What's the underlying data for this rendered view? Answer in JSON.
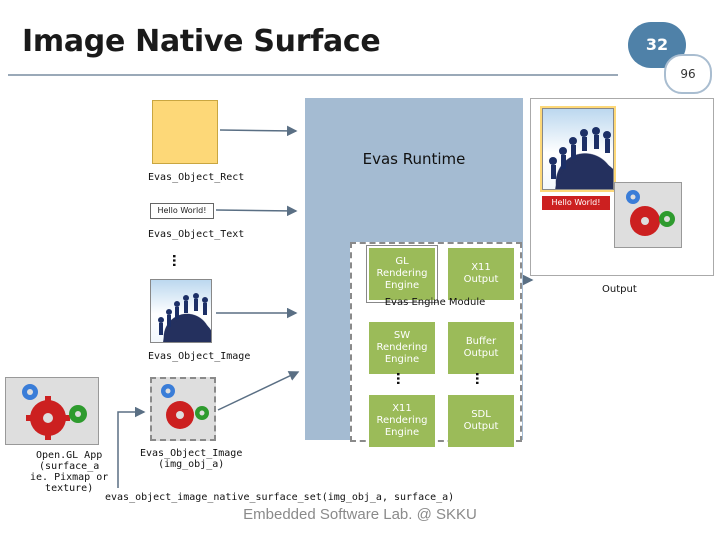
{
  "slide": {
    "title": "Image Native Surface",
    "page_number": "32",
    "page_total": "96",
    "footer": "Embedded Software Lab. @ SKKU"
  },
  "objects": {
    "rect_label": "Evas_Object_Rect",
    "text_sample": "Hello World!",
    "text_label": "Evas_Object_Text",
    "image_label": "Evas_Object_Image",
    "image_a_label": "Evas_Object_Image\n(img_obj_a)",
    "opengl_label": "Open.GL App\n(surface_a\nie. Pixmap or\ntexture)"
  },
  "runtime": {
    "label": "Evas Runtime",
    "module_label": "Evas Engine Module",
    "engines": [
      "GL\nRendering\nEngine",
      "X11\nOutput",
      "SW\nRendering\nEngine",
      "Buffer\nOutput",
      "X11\nRendering\nEngine",
      "SDL\nOutput"
    ],
    "engine_color": "#9bbb59",
    "runtime_color": "#a4bbd2"
  },
  "output": {
    "label": "Output",
    "text_sample": "Hello World!"
  },
  "code": "evas_object_image_native_surface_set(img_obj_a, surface_a)",
  "colors": {
    "rect_fill": "#fdd878",
    "page_badge": "#4f81a8"
  }
}
